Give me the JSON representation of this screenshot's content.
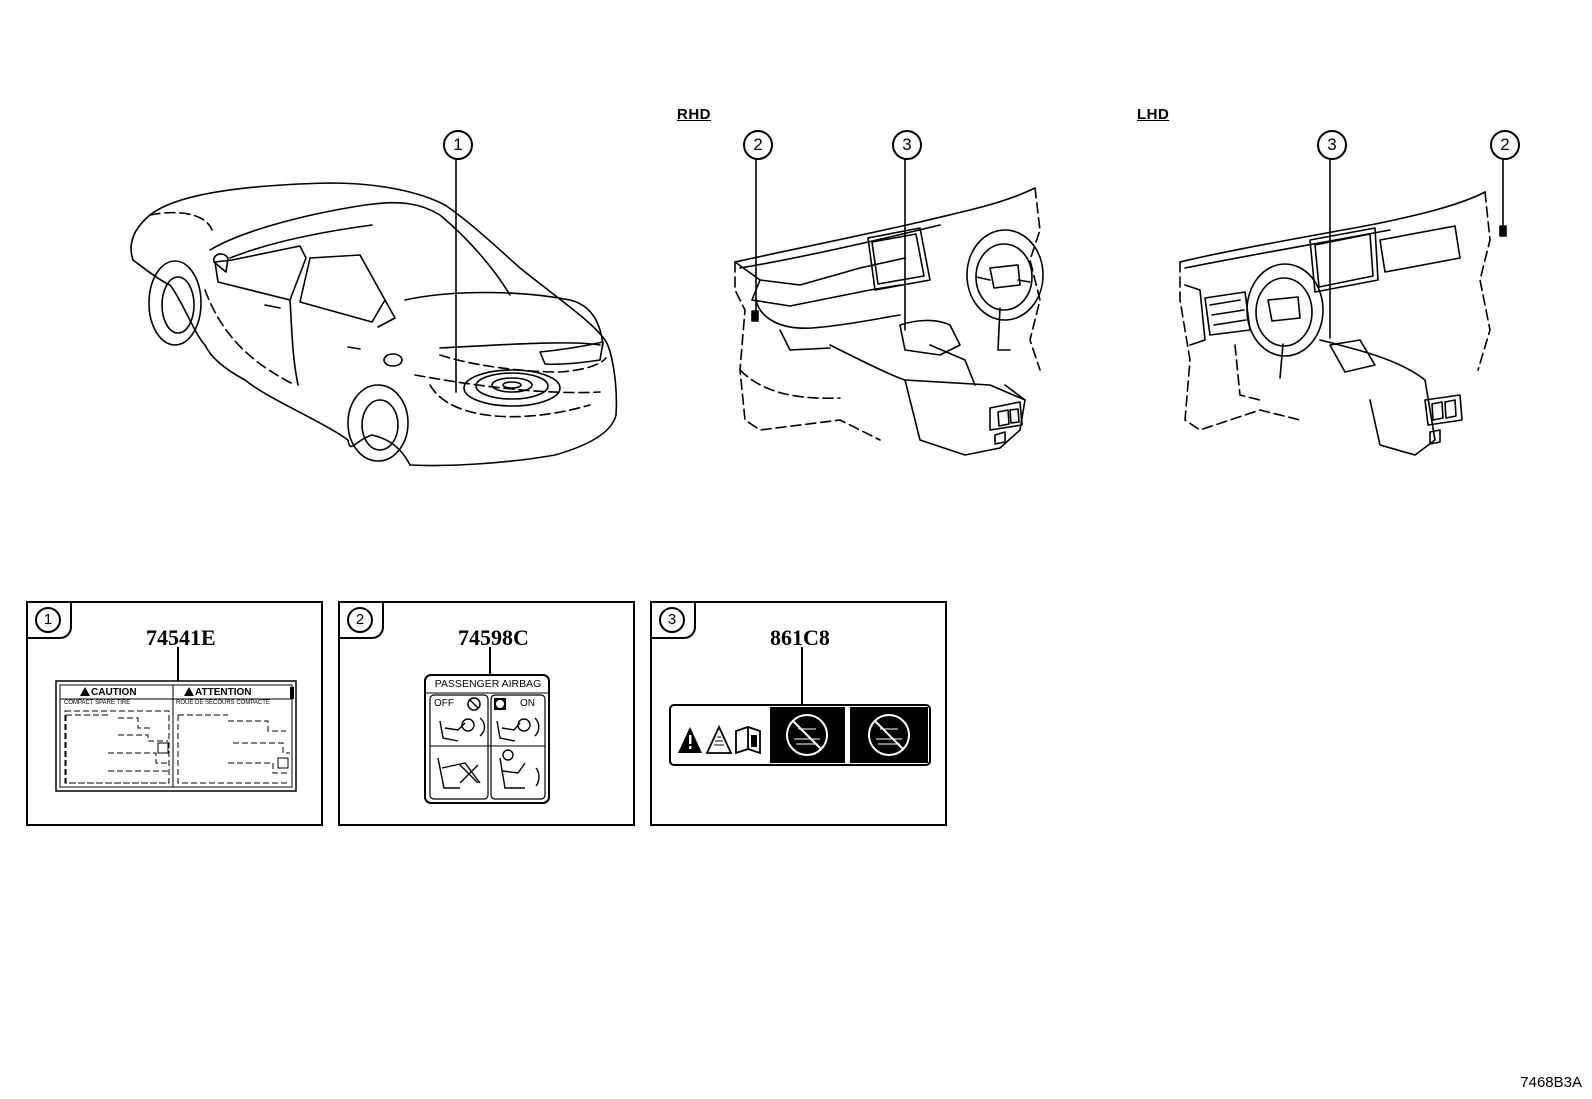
{
  "views": {
    "rhd_label": "RHD",
    "lhd_label": "LHD"
  },
  "callouts": {
    "car": "1",
    "rhd_a": "2",
    "rhd_b": "3",
    "lhd_a": "3",
    "lhd_b": "2"
  },
  "panels": [
    {
      "index": "1",
      "part_number": "74541E",
      "label": {
        "caution_heading": "CAUTION",
        "attention_heading": "ATTENTION",
        "caution_subtitle": "COMPACT SPARE TIRE",
        "attention_subtitle": "ROUE DE SECOURS COMPACTE"
      }
    },
    {
      "index": "2",
      "part_number": "74598C",
      "label": {
        "title": "PASSENGER AIRBAG",
        "off_text": "OFF",
        "on_text": "ON"
      }
    },
    {
      "index": "3",
      "part_number": "861C8"
    }
  ],
  "diagram_id": "7468B3A"
}
